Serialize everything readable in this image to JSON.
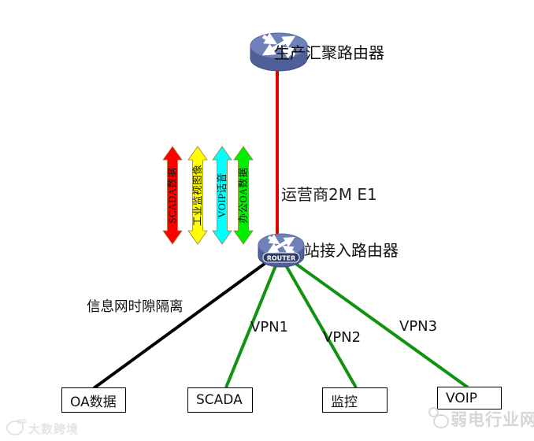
{
  "diagram": {
    "top_router": {
      "label": "生产汇聚路由器"
    },
    "access_router": {
      "label": "站接入路由器",
      "badge": "ROUTER"
    },
    "wan_link": {
      "label": "运营商2M E1",
      "color": "#dd0000"
    },
    "isolation_link": {
      "label": "信息网时隙隔离",
      "color": "#000000"
    },
    "vpn_links": [
      {
        "label": "VPN1",
        "color": "#129212"
      },
      {
        "label": "VPN2",
        "color": "#129212"
      },
      {
        "label": "VPN3",
        "color": "#129212"
      }
    ],
    "traffic_flows": [
      {
        "label": "SCADA数据",
        "color": "#ff0000"
      },
      {
        "label": "工业监视图像",
        "color": "#ffff00"
      },
      {
        "label": "VOIP话音",
        "color": "#00ffff"
      },
      {
        "label": "办公OA数据",
        "color": "#00ee00"
      }
    ],
    "endpoints": [
      {
        "label": "OA数据"
      },
      {
        "label": "SCADA"
      },
      {
        "label": "监控"
      },
      {
        "label": "VOIP"
      }
    ]
  },
  "watermarks": {
    "bottom_left": "大数跨境",
    "bottom_right": "弱电行业网"
  }
}
